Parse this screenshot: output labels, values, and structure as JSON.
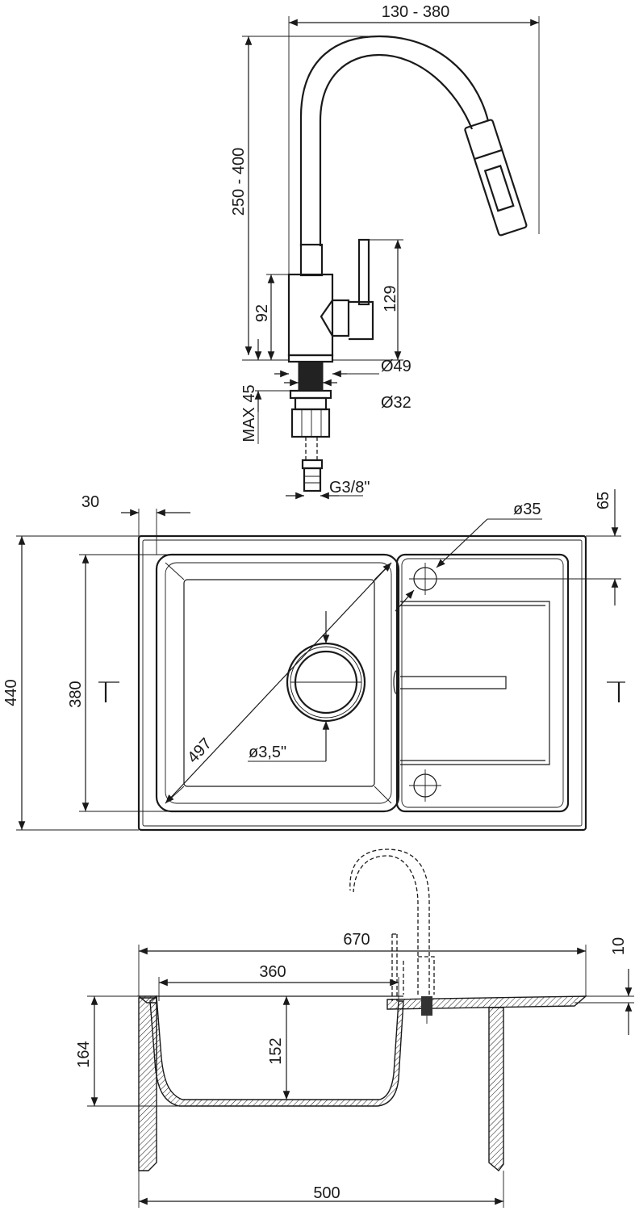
{
  "faucet_view": {
    "dims": {
      "spout_reach": "130 - 380",
      "spout_height": "250 - 400",
      "body_height": "92",
      "lever_height": "129",
      "base_diameter": "Ø49",
      "mount_diameter": "Ø32",
      "max_counter_thickness": "MAX 45",
      "connection_thread": "G3/8\""
    }
  },
  "top_view": {
    "dims": {
      "edge_offset": "30",
      "tap_hole_offset": "65",
      "tap_hole_diameter": "ø35",
      "overall_depth": "440",
      "bowl_depth": "380",
      "bowl_diagonal": "497",
      "drain_diameter": "ø3,5\""
    }
  },
  "section_view": {
    "dims": {
      "overall_width": "670",
      "bowl_width": "360",
      "rim_thickness": "10",
      "overall_height": "164",
      "bowl_inner_depth": "152",
      "cabinet_width": "500"
    }
  }
}
